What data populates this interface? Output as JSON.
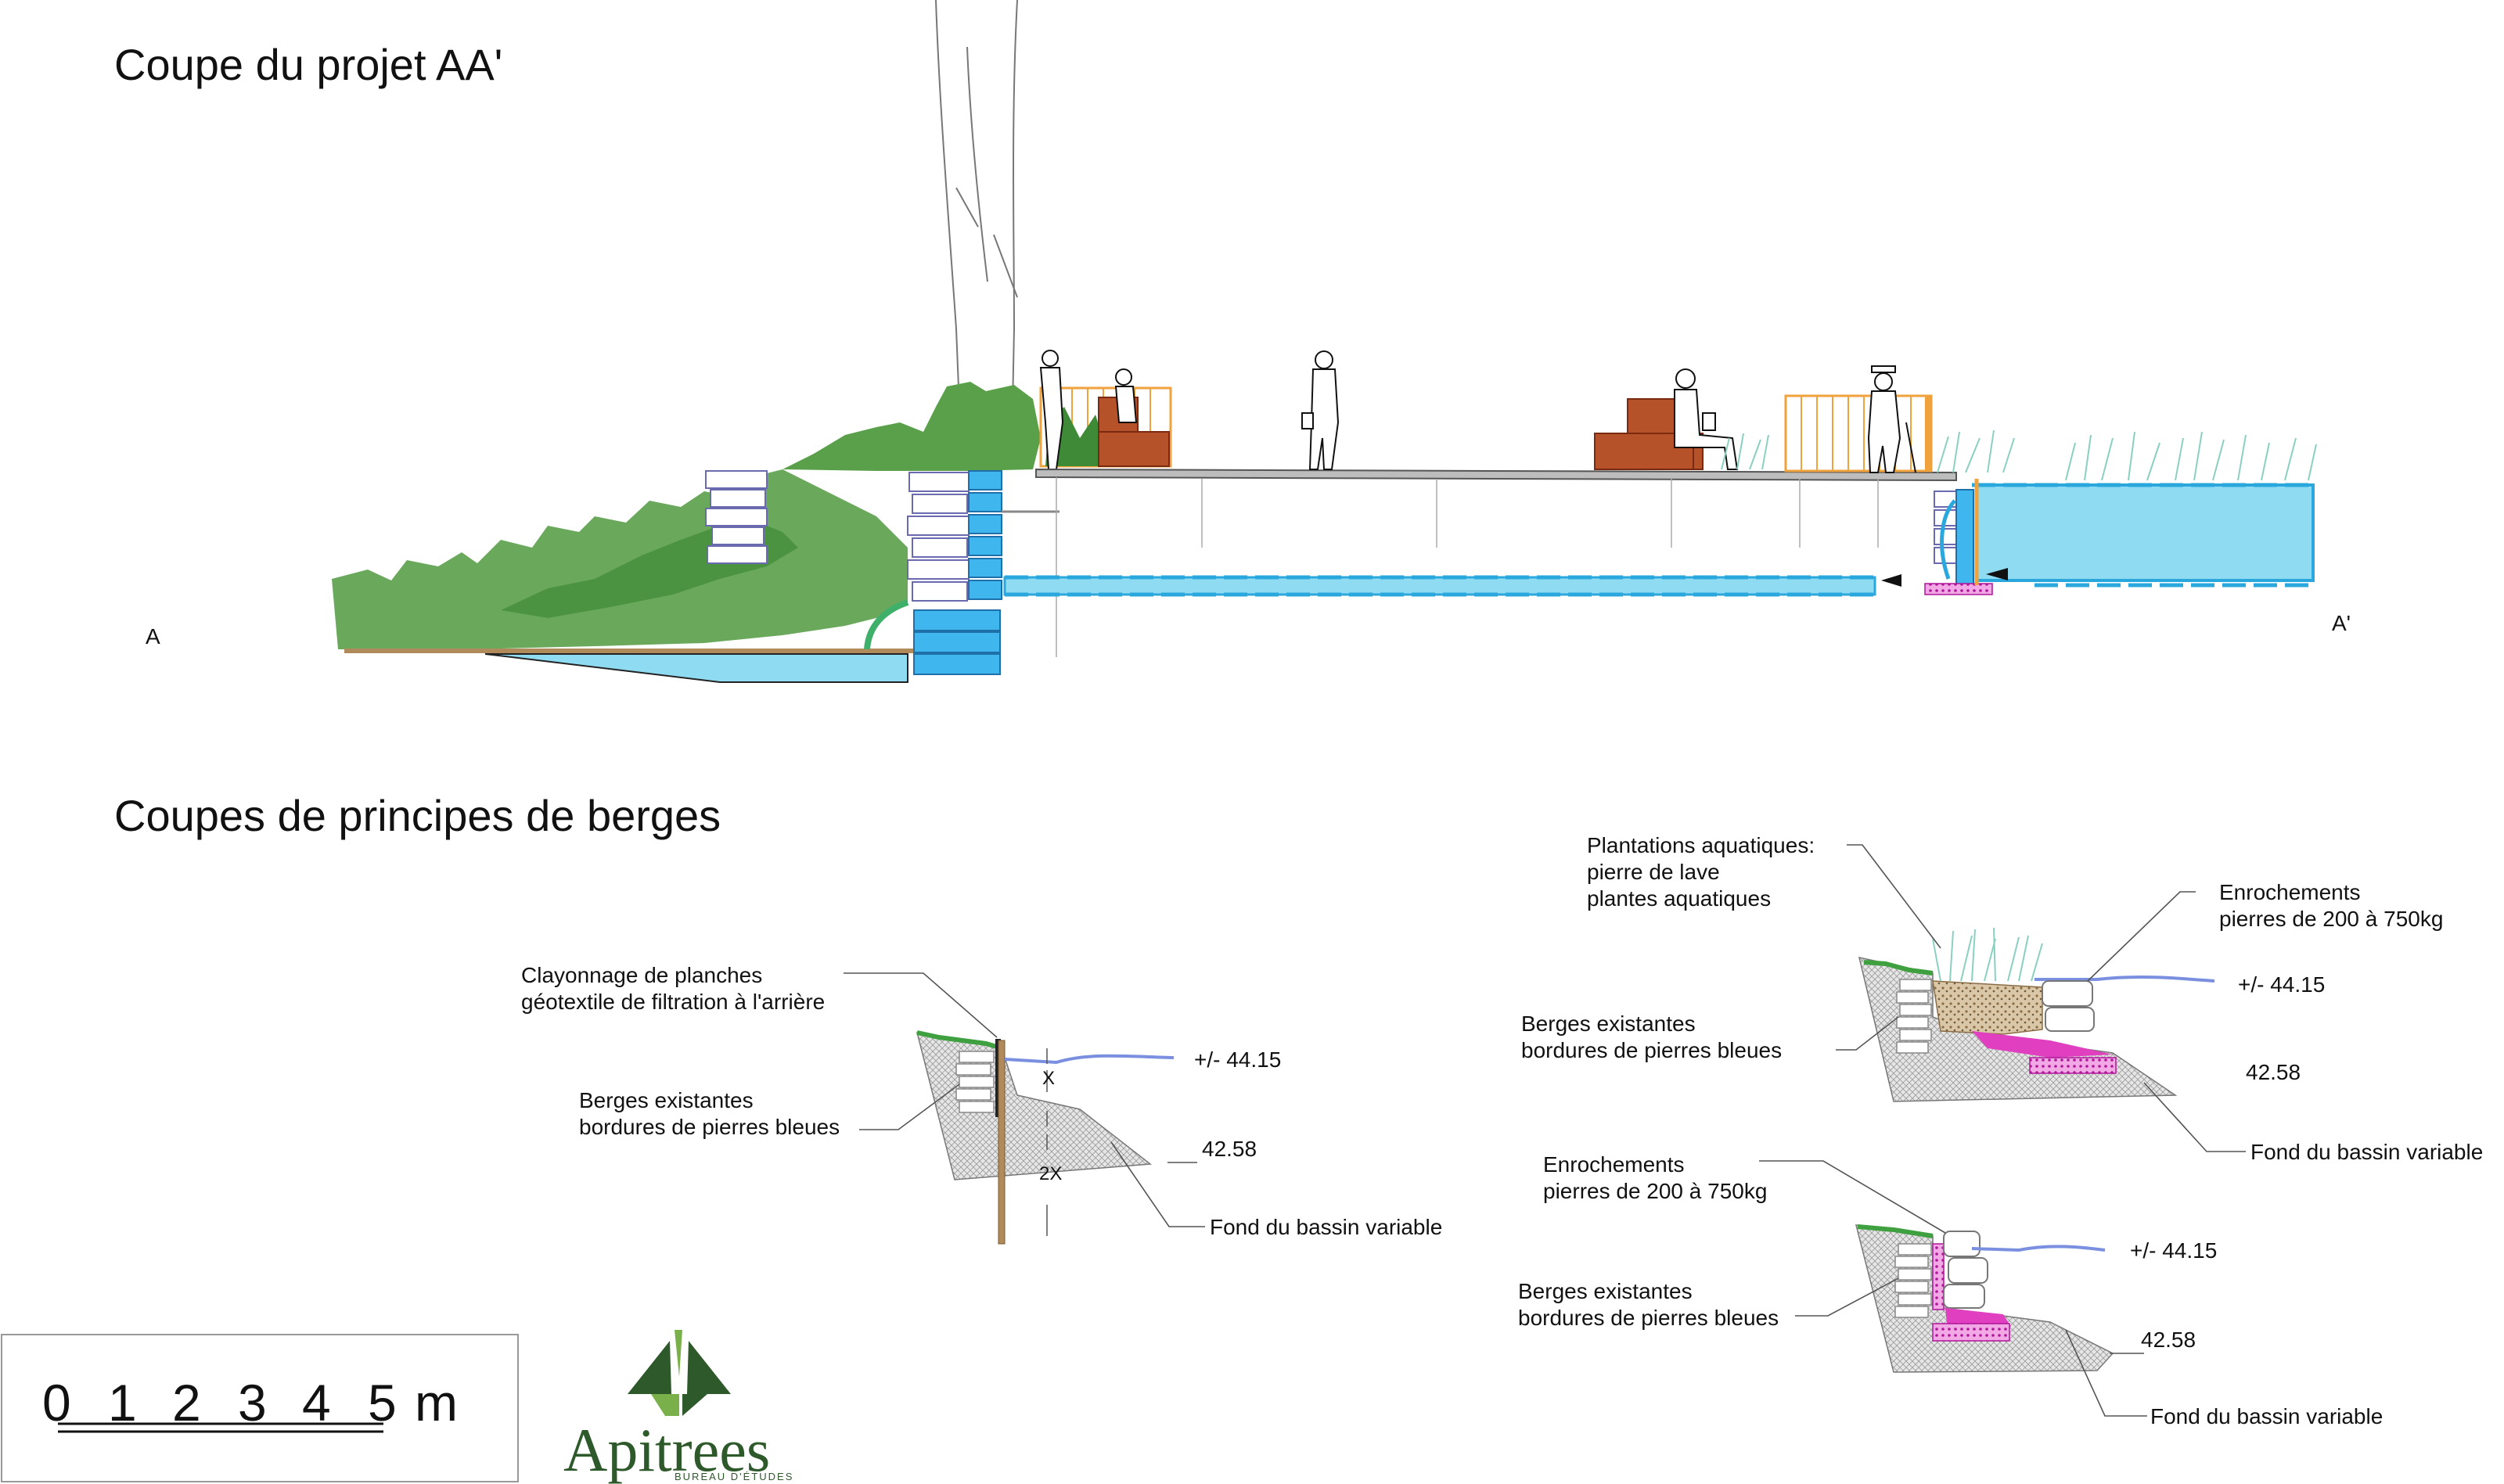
{
  "titles": {
    "main_section": "Coupe du projet AA'",
    "bank_sections": "Coupes de principes de berges"
  },
  "section_marks": {
    "start": "A",
    "end": "A'"
  },
  "detail_left": {
    "wattle_line1": "Clayonnage de planches",
    "wattle_line2": "géotextile de filtration à l'arrière",
    "banks_line1": "Berges existantes",
    "banks_line2": "bordures de pierres bleues",
    "water_level": "+/- 44.15",
    "bottom_level": "42.58",
    "bottom_label": "Fond du bassin variable",
    "dim_x": "X",
    "dim_2x": "2X"
  },
  "detail_top_right": {
    "plant_line1": "Plantations aquatiques:",
    "plant_line2": "pierre de lave",
    "plant_line3": "plantes aquatiques",
    "rock_line1": "Enrochements",
    "rock_line2": "pierres de 200 à 750kg",
    "banks_line1": "Berges existantes",
    "banks_line2": "bordures de pierres bleues",
    "water_level": "+/- 44.15",
    "bottom_level": "42.58",
    "bottom_label": "Fond du bassin variable"
  },
  "detail_bottom_right": {
    "rock_line1": "Enrochements",
    "rock_line2": "pierres de 200 à 750kg",
    "banks_line1": "Berges existantes",
    "banks_line2": "bordures de pierres bleues",
    "water_level": "+/- 44.15",
    "bottom_level": "42.58",
    "bottom_label": "Fond du bassin variable"
  },
  "scale_bar": {
    "ticks": [
      "0",
      "1",
      "2",
      "3",
      "4",
      "5"
    ],
    "unit": "m"
  },
  "logo": {
    "name": "Apitrees",
    "tagline": "BUREAU D'ÉTUDES"
  },
  "colors": {
    "water": "#8fdcf2",
    "water_edge": "#2aa7dc",
    "vegetation": "#5aa04a",
    "vegetation_dark": "#3f8a36",
    "timber": "#b5522a",
    "rail": "#f0a23c",
    "stone_fill": "#c8c8c8",
    "pink": "#e040c0",
    "pond_line": "#7a8fe0",
    "logo_green": "#2e5a2b"
  }
}
